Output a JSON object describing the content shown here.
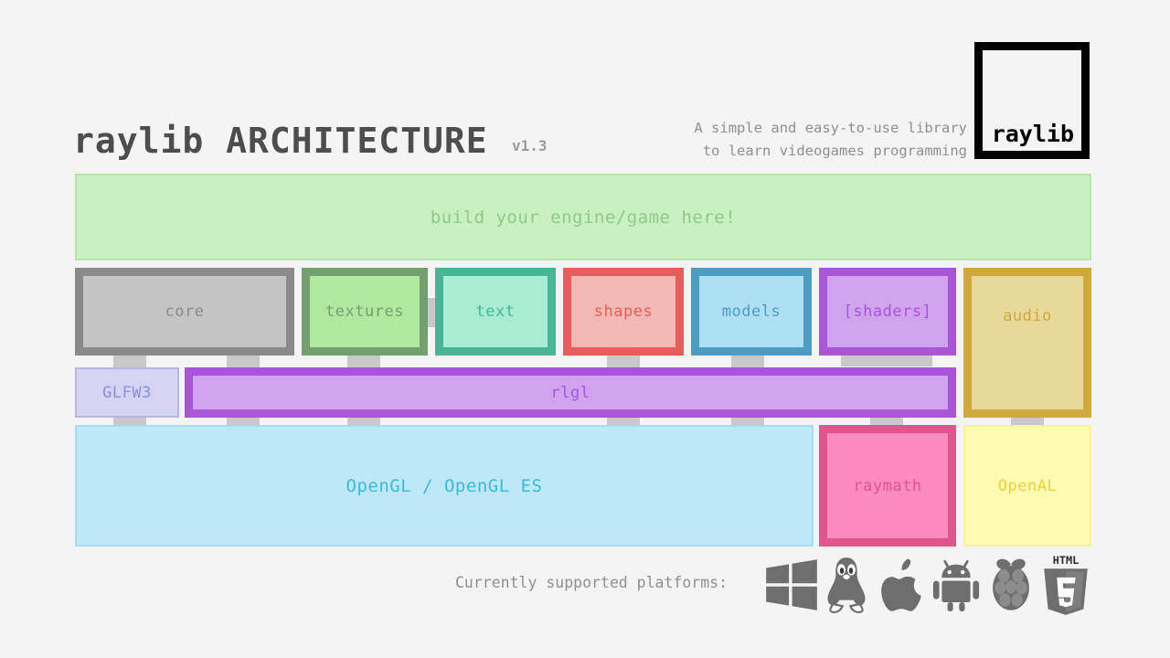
{
  "header": {
    "title": "raylib ARCHITECTURE",
    "version": "v1.3",
    "tagline_line1": "A simple and easy-to-use library",
    "tagline_line2": "to learn videogames programming",
    "logo_text": "raylib"
  },
  "diagram": {
    "user_layer": {
      "label": "build your engine/game here!",
      "fill": "#c9f0c0",
      "border": "#b7e4ad",
      "text_color": "#8fc98a"
    },
    "modules": [
      {
        "label": "core",
        "fill": "#c4c4c4",
        "border": "#8a8a8a",
        "text_color": "#8a8a8a"
      },
      {
        "label": "textures",
        "fill": "#b0e8a0",
        "border": "#74a070",
        "text_color": "#74a070"
      },
      {
        "label": "text",
        "fill": "#a8ecd4",
        "border": "#46b695",
        "text_color": "#46b695"
      },
      {
        "label": "shapes",
        "fill": "#f2b8b4",
        "border": "#e85d5b",
        "text_color": "#e85d5b"
      },
      {
        "label": "models",
        "fill": "#ace0f2",
        "border": "#4e9cc2",
        "text_color": "#4e9cc2"
      },
      {
        "label": "[shaders]",
        "fill": "#d0a3ee",
        "border": "#a855d8",
        "text_color": "#a855d8"
      },
      {
        "label": "audio",
        "fill": "#e8d99a",
        "border": "#cfa93e",
        "text_color": "#cfa93e"
      }
    ],
    "backends": [
      {
        "label": "GLFW3",
        "fill": "#d5d3f2",
        "border": "#b7b4e8",
        "text_color": "#8f8ce0"
      },
      {
        "label": "rlgl",
        "fill": "#d0a3ee",
        "border": "#a855d8",
        "text_color": "#a855d8"
      }
    ],
    "low_level": [
      {
        "label": "OpenGL / OpenGL ES",
        "fill": "#bee8f8",
        "border": "#a6dcf2",
        "text_color": "#3fb8dc"
      },
      {
        "label": "raymath",
        "fill": "#fb8ac0",
        "border": "#e0558c",
        "text_color": "#e0558c"
      },
      {
        "label": "OpenAL",
        "fill": "#fdfbb0",
        "border": "#f7f29a",
        "text_color": "#e8d33c"
      }
    ],
    "connector_color": "#c8c8c8"
  },
  "footer": {
    "platforms_label": "Currently supported platforms:",
    "platforms": [
      "windows-icon",
      "linux-tux-icon",
      "apple-icon",
      "android-icon",
      "raspberry-pi-icon",
      "html5-icon"
    ],
    "icon_color": "#6e6e6e"
  }
}
